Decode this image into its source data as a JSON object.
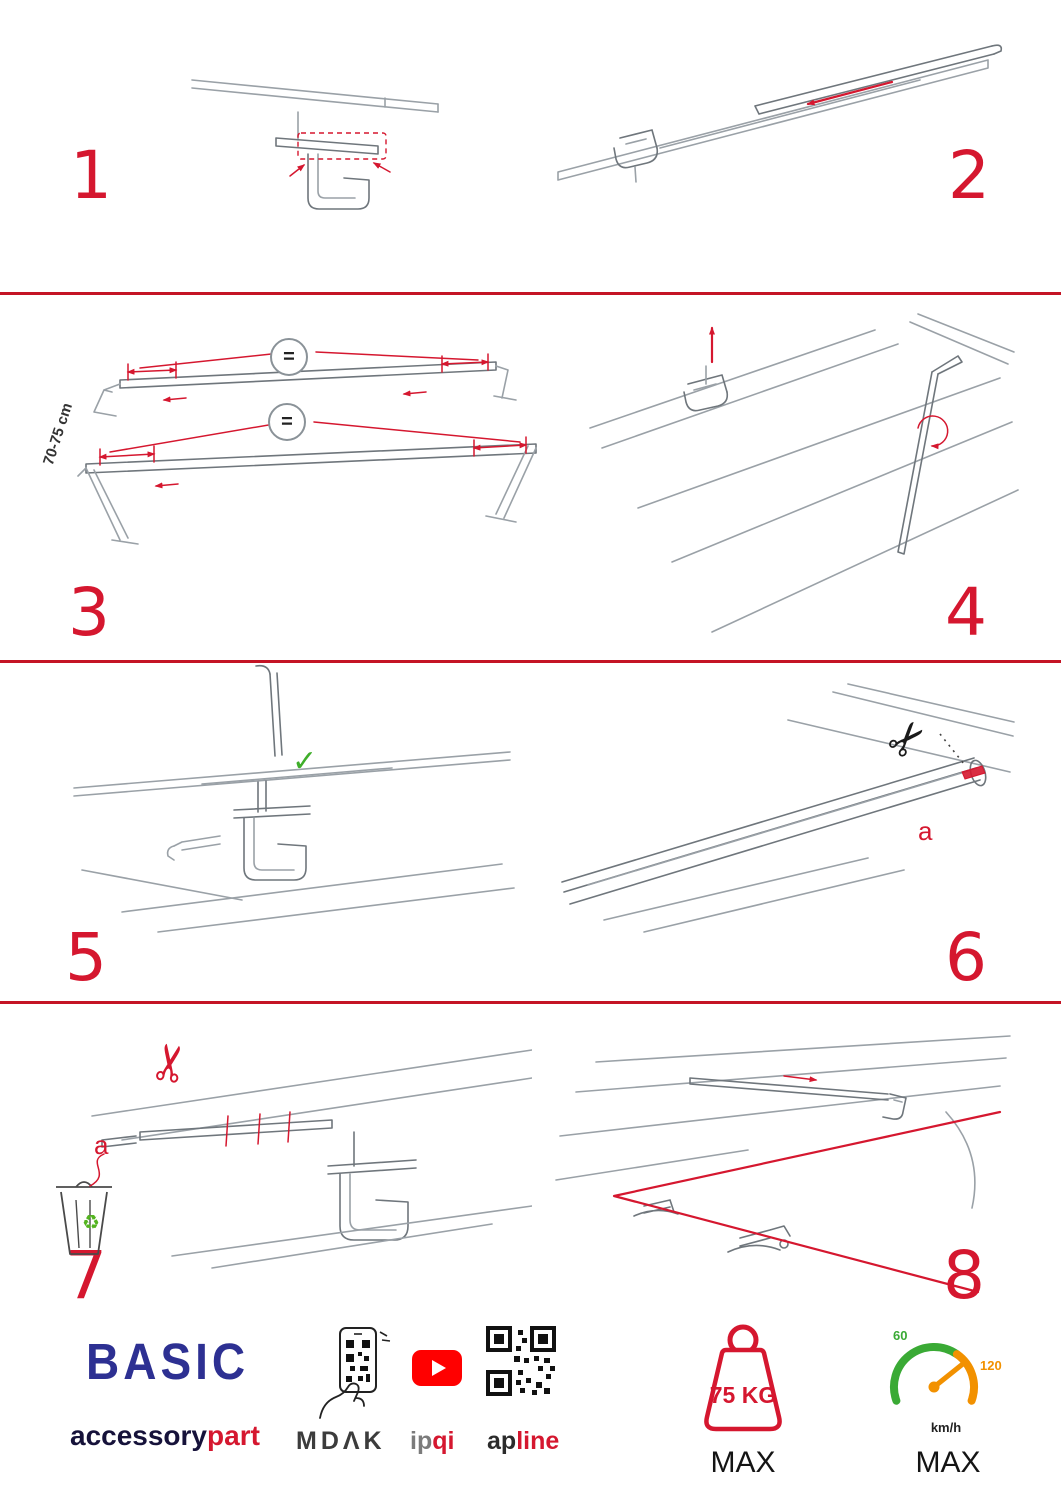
{
  "colors": {
    "accent_red": "#d5172f",
    "brand_blue": "#2d3092",
    "line_gray": "#9aa1a7",
    "green": "#3aaa35",
    "orange": "#f29100"
  },
  "icons": {
    "scissors": "✂",
    "check": "✓",
    "recycle": "♻"
  },
  "steps": [
    {
      "num": "1"
    },
    {
      "num": "2"
    },
    {
      "num": "3",
      "dim_label": "70-75 cm",
      "equal": "="
    },
    {
      "num": "4"
    },
    {
      "num": "5"
    },
    {
      "num": "6",
      "part_label": "a"
    },
    {
      "num": "7",
      "part_label": "a"
    },
    {
      "num": "8"
    }
  ],
  "footer": {
    "brand_title": "BASIC",
    "brand_word_dark": "accessory",
    "brand_word_red": "part",
    "partner_mdak": "MDΛK",
    "partner_ipqi_dark": "ip",
    "partner_ipqi_red": "qi",
    "partner_apline_dark": "ap",
    "partner_apline_red": "line",
    "weight_limit": "75 KG",
    "weight_max_label": "MAX",
    "speed_green_label": "60",
    "speed_orange_label": "120",
    "speed_unit": "km/h",
    "speed_max_label": "MAX"
  }
}
